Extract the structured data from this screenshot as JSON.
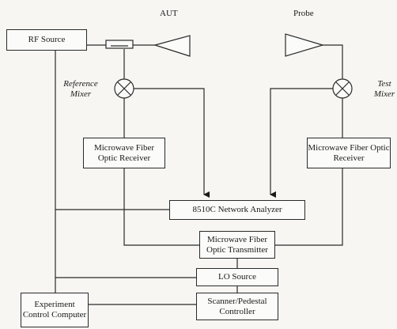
{
  "diagram": {
    "labels": {
      "aut": "AUT",
      "probe": "Probe",
      "ref_mixer": "Reference Mixer",
      "test_mixer": "Test Mixer"
    },
    "boxes": {
      "rf_source": "RF Source",
      "rx_left": "Microwave Fiber Optic Receiver",
      "rx_right": "Microwave Fiber Optic Receiver",
      "network_analyzer": "8510C  Network Analyzer",
      "transmitter": "Microwave Fiber Optic Transmitter",
      "lo_source": "LO Source",
      "computer": "Experiment Control Computer",
      "scanner": "Scanner/Pedestal Controller"
    }
  }
}
